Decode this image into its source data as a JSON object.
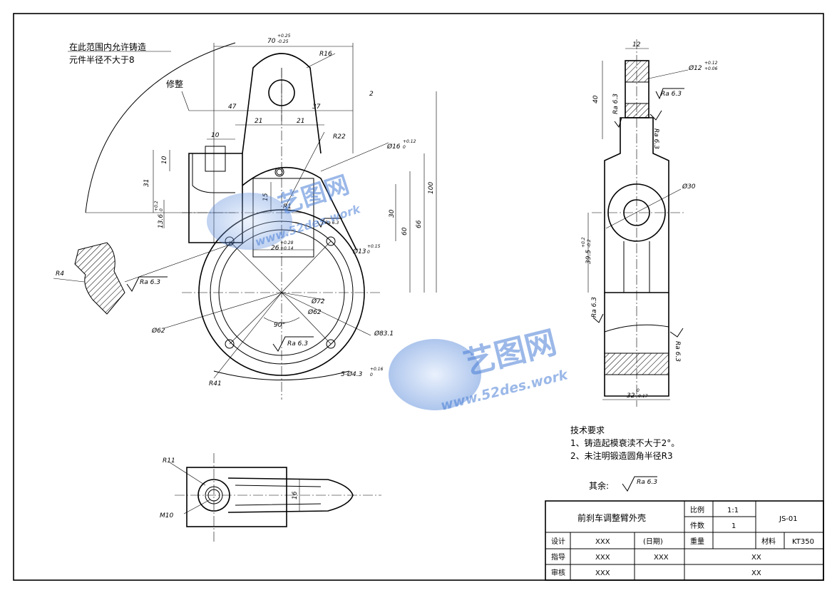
{
  "front_view": {
    "note_line1": "在此范围内允许铸造",
    "note_line2": "元件半径不大于8",
    "trim_label": "修整",
    "dims": {
      "d70": "70",
      "d70_tol_up": "+0.25",
      "d70_tol_dn": "-0.25",
      "r16": "R16",
      "d47": "47",
      "d37": "37",
      "d2": "2",
      "d21a": "21",
      "d21b": "21",
      "d10h": "10",
      "d10v": "10",
      "r22": "R22",
      "phi16": "Ø16",
      "phi16_tol": "+0.12",
      "phi16_tol0": "0",
      "d31": "31",
      "d136": "13.6",
      "d136_tol": "+0.2",
      "d136_tol0": "0",
      "d15": "15",
      "r1": "R1",
      "d30": "30",
      "d60": "60",
      "d66": "66",
      "d100": "100",
      "d26": "26",
      "d26_tol_up": "+0.28",
      "d26_tol_dn": "+0.14",
      "phi13": "Ø13",
      "phi13_tol": "+0.15",
      "phi13_tol0": "0",
      "r4": "R4",
      "ra_a": "Ra 6.3",
      "ra_b": "Ra 6.3",
      "ra_c": "Ra 6.3",
      "phi72": "Ø72",
      "phi62a": "Ø62",
      "phi62b": "Ø62",
      "phi831": "Ø83.1",
      "ang90": "90°",
      "r41": "R41",
      "holes": "5-Ø4.3",
      "holes_tol": "+0.16",
      "holes_tol0": "0"
    }
  },
  "side_view": {
    "d12": "12",
    "phi12": "Ø12",
    "phi12_tol_up": "+0.12",
    "phi12_tol_dn": "+0.06",
    "d40": "40",
    "ra1": "Ra 6.3",
    "ra2": "Ra 6.3",
    "ra3": "Ra 6.3",
    "ra4": "Ra 6.3",
    "ra5": "Ra 6.3",
    "phi30": "Ø30",
    "d395": "39.5",
    "d395_tol_up": "+0.2",
    "d395_tol_dn": "-0.2",
    "d32": "32",
    "d32_tol_up": "0",
    "d32_tol_dn": "-0.17"
  },
  "top_view": {
    "r11": "R11",
    "m10": "M10",
    "d16": "16"
  },
  "tech": {
    "title": "技术要求",
    "line1": "1、铸造起模衰渎不大于2°。",
    "line2": "2、未注明锻造圆角半径R3",
    "rest_label": "其余:",
    "rest_ra": "Ra 6.3"
  },
  "title_block": {
    "part_name": "前刹车调整臂外壳",
    "scale_label": "比例",
    "scale_value": "1:1",
    "qty_label": "件数",
    "qty_value": "1",
    "drawing_no": "JS-01",
    "design_label": "设计",
    "design_value": "XXX",
    "date_label": "(日期)",
    "weight_label": "重量",
    "material_label": "材料",
    "material_value": "KT350",
    "guide_label": "指导",
    "guide_value": "XXX",
    "guide_value2": "XXX",
    "review_label": "审核",
    "review_value": "XXX",
    "org1": "XX",
    "org2": "XX"
  },
  "watermark": {
    "brand_small": "艺图网",
    "url_small": "www.52des.work",
    "brand_big": "艺图网",
    "url_big": "www.52des.work",
    "color": "#4a7fd6"
  }
}
